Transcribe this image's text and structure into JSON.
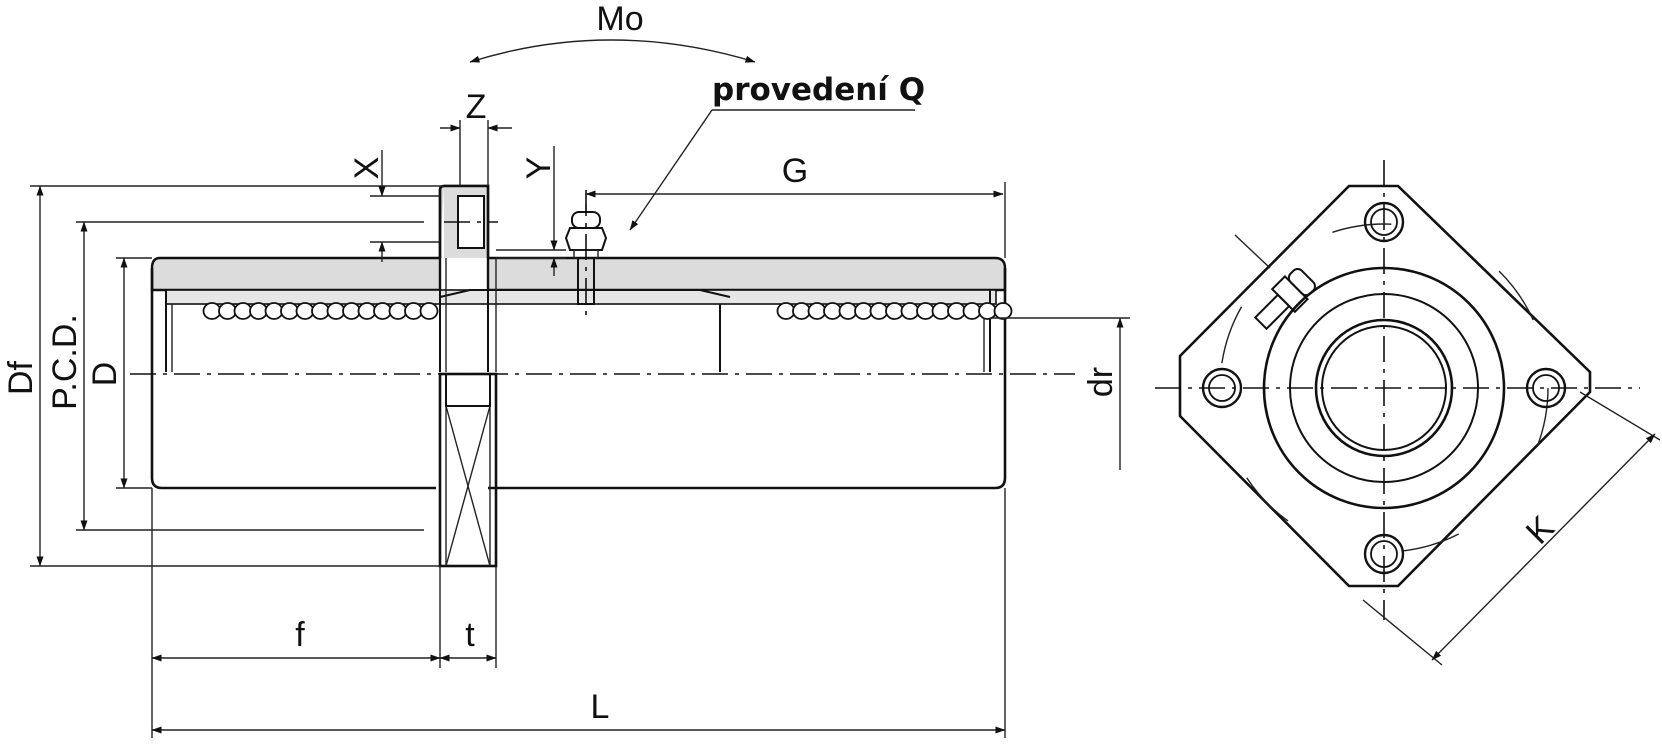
{
  "diagram": {
    "labels": {
      "moment": "Mo",
      "variant": "provedení Q",
      "Z": "Z",
      "X": "X",
      "Y": "Y",
      "G": "G",
      "Df": "Df",
      "PCD": "P.C.D.",
      "D": "D",
      "dr": "dr",
      "f": "f",
      "t": "t",
      "L": "L",
      "K": "K"
    },
    "colors": {
      "line": "#111111",
      "section_fill": "#dcdcdc",
      "background": "#ffffff"
    }
  }
}
